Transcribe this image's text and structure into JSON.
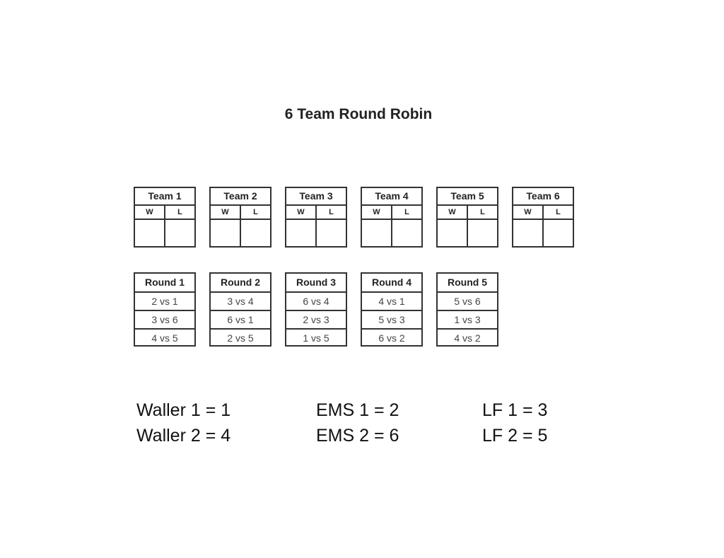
{
  "title": "6 Team Round Robin",
  "teams": [
    {
      "name": "Team 1",
      "w": "W",
      "l": "L"
    },
    {
      "name": "Team 2",
      "w": "W",
      "l": "L"
    },
    {
      "name": "Team 3",
      "w": "W",
      "l": "L"
    },
    {
      "name": "Team 4",
      "w": "W",
      "l": "L"
    },
    {
      "name": "Team 5",
      "w": "W",
      "l": "L"
    },
    {
      "name": "Team 6",
      "w": "W",
      "l": "L"
    }
  ],
  "rounds": [
    {
      "name": "Round 1",
      "matches": [
        "2 vs 1",
        "3 vs 6",
        "4 vs 5"
      ]
    },
    {
      "name": "Round 2",
      "matches": [
        "3 vs 4",
        "6 vs 1",
        "2 vs 5"
      ]
    },
    {
      "name": "Round 3",
      "matches": [
        "6 vs 4",
        "2 vs 3",
        "1 vs 5"
      ]
    },
    {
      "name": "Round 4",
      "matches": [
        "4 vs 1",
        "5 vs 3",
        "6 vs 2"
      ]
    },
    {
      "name": "Round 5",
      "matches": [
        "5 vs 6",
        "1 vs 3",
        "4 vs 2"
      ]
    }
  ],
  "assignments": [
    [
      "Waller 1 = 1",
      "Waller 2 = 4"
    ],
    [
      "EMS 1 = 2",
      "EMS 2 = 6"
    ],
    [
      "LF 1 = 3",
      "LF 2 = 5"
    ]
  ]
}
